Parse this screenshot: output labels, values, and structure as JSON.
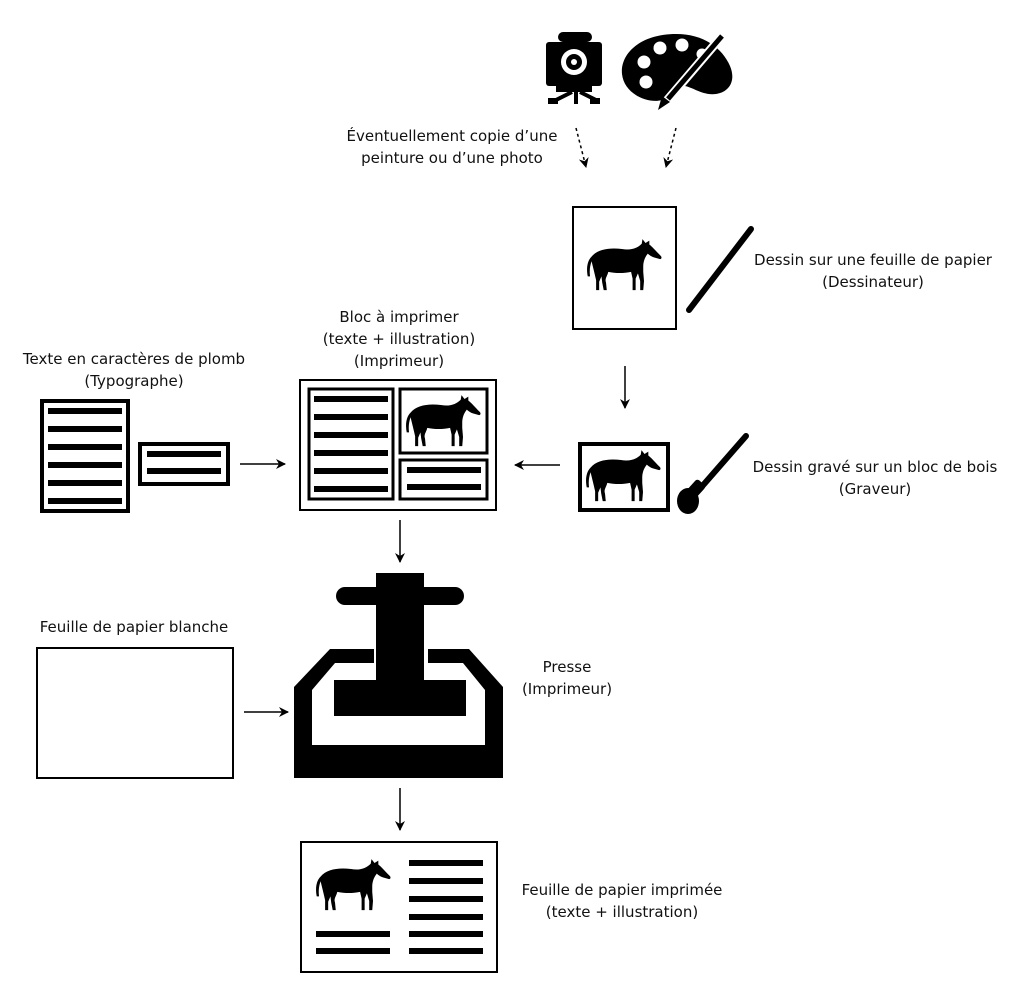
{
  "colors": {
    "ink": "#000000",
    "paper": "#ffffff",
    "text": "#111111"
  },
  "labels": {
    "source_note": {
      "line1": "Éventuellement copie d’une",
      "line2": "peinture ou d’une photo"
    },
    "drawing": {
      "line1": "Dessin sur une feuille de papier",
      "line2": "(Dessinateur)"
    },
    "block": {
      "line1": "Bloc à imprimer",
      "line2": "(texte + illustration)",
      "line3": "(Imprimeur)"
    },
    "type": {
      "line1": "Texte en caractères de plomb",
      "line2": "(Typographe)"
    },
    "engraving": {
      "line1": "Dessin gravé sur un bloc de bois",
      "line2": "(Graveur)"
    },
    "blank_sheet": {
      "line1": "Feuille de papier blanche"
    },
    "press": {
      "line1": "Presse",
      "line2": "(Imprimeur)"
    },
    "printed_sheet": {
      "line1": "Feuille de papier imprimée",
      "line2": "(texte + illustration)"
    }
  },
  "icons": [
    "camera-icon",
    "palette-icon",
    "brush-icon",
    "pencil-icon",
    "burin-icon",
    "horse-icon",
    "press-icon",
    "arrow-icon"
  ]
}
